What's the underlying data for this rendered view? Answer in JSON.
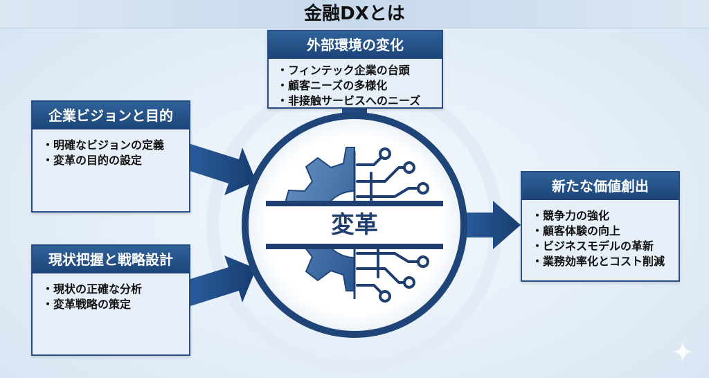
{
  "title": "金融DXとは",
  "center": {
    "label": "変革"
  },
  "external": {
    "heading": "外部環境の変化",
    "items": [
      "フィンテック企業の台頭",
      "顧客ニーズの多様化",
      "非接触サービスへのニーズ"
    ]
  },
  "vision": {
    "heading": "企業ビジョンと目的",
    "items": [
      "明確なビジョンの定義",
      "変革の目的の設定"
    ]
  },
  "status": {
    "heading": "現状把握と戦略設計",
    "items": [
      "現状の正確な分析",
      "変革戦略の策定"
    ]
  },
  "value": {
    "heading": "新たな価値創出",
    "items": [
      "競争力の強化",
      "顧客体験の向上",
      "ビジネスモデルの革新",
      "業務効率化とコスト削減"
    ]
  },
  "colors": {
    "primary_navy": "#1c4478",
    "arrow_blue": "#1f4f8c",
    "box_fill": "#e6eef8",
    "circuit_blue": "#1e3f70"
  },
  "icons": {
    "center": "gear-circuit-icon",
    "corner": "sparkle-icon"
  }
}
